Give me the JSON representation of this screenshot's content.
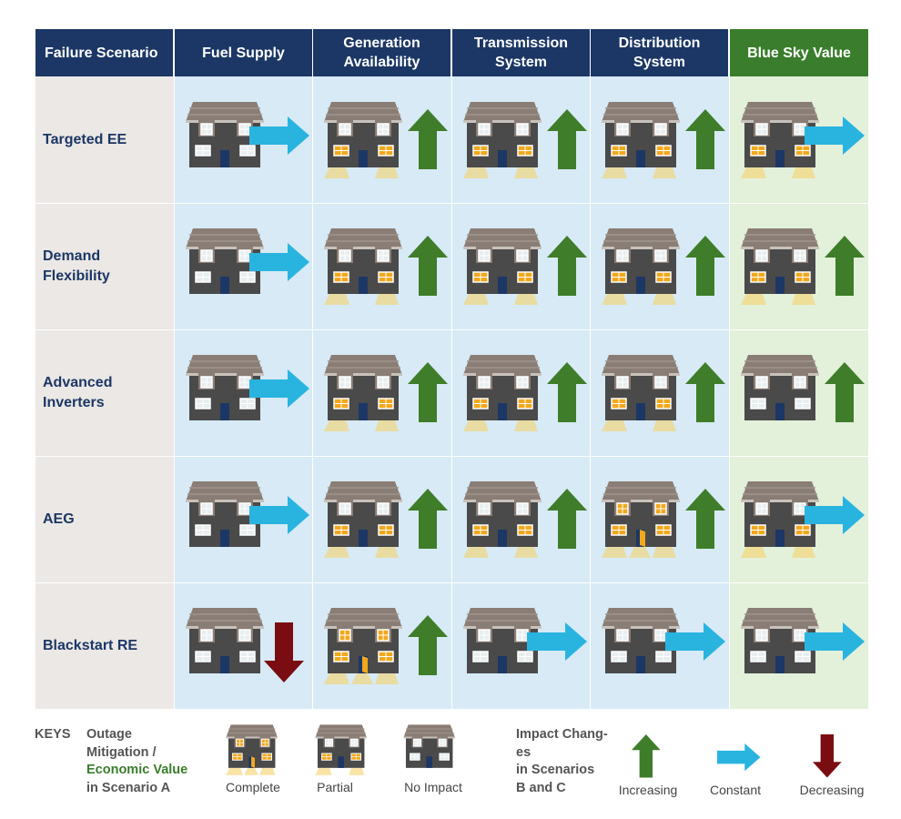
{
  "headers": [
    "Failure Scenario",
    "Fuel Supply",
    "Generation Availability",
    "Transmission System",
    "Distribution System",
    "Blue Sky Value"
  ],
  "header_lines": [
    [
      "Failure Scenario"
    ],
    [
      "Fuel Supply"
    ],
    [
      "Generation",
      "Availability"
    ],
    [
      "Transmission",
      "System"
    ],
    [
      "Distribution",
      "System"
    ],
    [
      "Blue Sky Value"
    ]
  ],
  "rows": [
    {
      "label_lines": [
        "Targeted EE"
      ],
      "cells": [
        {
          "house": "none",
          "arrow": "constant"
        },
        {
          "house": "partial",
          "arrow": "increasing"
        },
        {
          "house": "partial",
          "arrow": "increasing"
        },
        {
          "house": "partial",
          "arrow": "increasing"
        },
        {
          "house": "partial",
          "arrow": "constant"
        }
      ]
    },
    {
      "label_lines": [
        "Demand",
        "Flexibility"
      ],
      "cells": [
        {
          "house": "none",
          "arrow": "constant"
        },
        {
          "house": "partial",
          "arrow": "increasing"
        },
        {
          "house": "partial",
          "arrow": "increasing"
        },
        {
          "house": "partial",
          "arrow": "increasing"
        },
        {
          "house": "partial",
          "arrow": "increasing"
        }
      ]
    },
    {
      "label_lines": [
        "Advanced",
        "Inverters"
      ],
      "cells": [
        {
          "house": "none",
          "arrow": "constant"
        },
        {
          "house": "partial",
          "arrow": "increasing"
        },
        {
          "house": "partial",
          "arrow": "increasing"
        },
        {
          "house": "partial",
          "arrow": "increasing"
        },
        {
          "house": "none",
          "arrow": "increasing"
        }
      ]
    },
    {
      "label_lines": [
        "AEG"
      ],
      "cells": [
        {
          "house": "none",
          "arrow": "constant"
        },
        {
          "house": "partial",
          "arrow": "increasing"
        },
        {
          "house": "partial",
          "arrow": "increasing"
        },
        {
          "house": "complete",
          "arrow": "increasing"
        },
        {
          "house": "partial",
          "arrow": "constant"
        }
      ]
    },
    {
      "label_lines": [
        "Blackstart RE"
      ],
      "cells": [
        {
          "house": "none",
          "arrow": "decreasing"
        },
        {
          "house": "complete",
          "arrow": "increasing"
        },
        {
          "house": "none",
          "arrow": "constant"
        },
        {
          "house": "none",
          "arrow": "constant"
        },
        {
          "house": "none",
          "arrow": "constant"
        }
      ]
    }
  ],
  "keys": {
    "title": "KEYS",
    "mitigation_line1": "Outage",
    "mitigation_line2": "Mitigation /",
    "mitigation_line3": "Economic Value",
    "mitigation_line4": "in Scenario A",
    "complete": "Complete",
    "partial": "Partial",
    "no_impact": "No Impact",
    "impact_line1": "Impact Chang-",
    "impact_line2": "es",
    "impact_line3": "in Scenarios",
    "impact_line4": "B and C",
    "increasing": "Increasing",
    "constant": "Constant",
    "decreasing": "Decreasing"
  },
  "colors": {
    "header_navy": "#1c3765",
    "header_green": "#3a7d2c",
    "first_col_bg": "#ebe8e5",
    "middle_bg": "#d7eaf5",
    "blue_sky_bg": "#e3f0da",
    "arrow_up": "#3f7d2a",
    "arrow_right": "#29b4e0",
    "arrow_down": "#7a0d12",
    "house_wall": "#4a4a4a",
    "house_roof": "#8a7d75",
    "window_lit": "#f2a81c",
    "window_dark": "#e8eef0",
    "door": "#1c3765"
  }
}
